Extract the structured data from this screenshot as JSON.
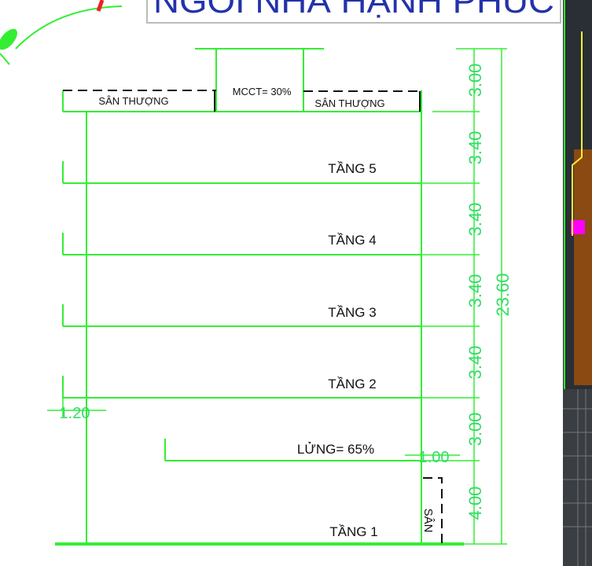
{
  "title": "NGÔI NHÀ HẠNH PHÚC",
  "labels": {
    "roof_left": "SÂN THƯỢNG",
    "roof_right": "SÂN THƯỢNG",
    "stair": "MCCT= 30%",
    "floor5": "TẦNG 5",
    "floor4": "TẦNG 4",
    "floor3": "TẦNG 3",
    "floor2": "TẦNG 2",
    "mezzanine": "LỬNG= 65%",
    "floor1": "TẦNG 1",
    "yard": "SÂN"
  },
  "dimensions": {
    "stair_height": "3.00",
    "floor5_height": "3.40",
    "floor4_height": "3.40",
    "floor3_height": "3.40",
    "floor2_height": "3.40",
    "mezzanine_height": "3.00",
    "floor1_height": "4.00",
    "total_height": "23.60",
    "left_setback": "1.20",
    "right_setback": "1.00"
  },
  "colors": {
    "line": "#33ee33",
    "dim_text": "#33dd66",
    "title": "#2233aa",
    "panel": "#2a2e35"
  }
}
